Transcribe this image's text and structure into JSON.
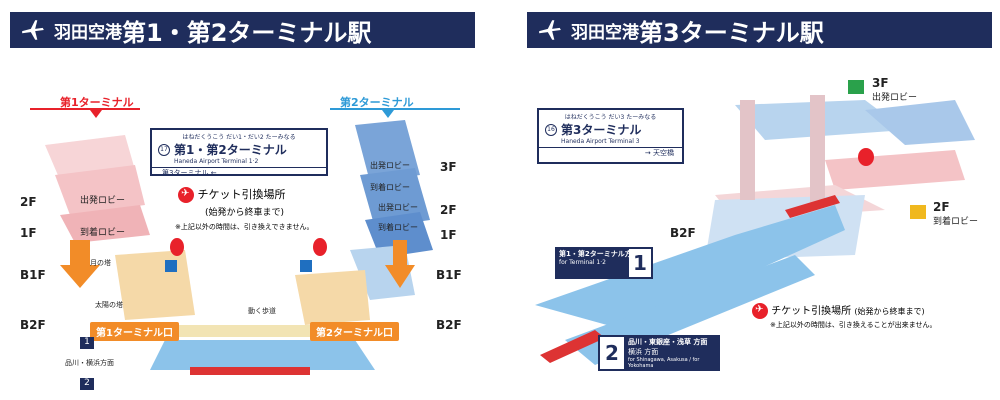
{
  "left_panel": {
    "title_small": "羽田空港",
    "title_big": "第1・第2ターミナル駅",
    "terminal1_label": "第1ターミナル",
    "terminal2_label": "第2ターミナル",
    "floors_left": [
      "2F",
      "1F",
      "B1F",
      "B2F"
    ],
    "floors_right": [
      "3F",
      "2F",
      "1F",
      "B1F",
      "B2F"
    ],
    "t1_departure": "出発ロビー",
    "t1_arrival": "到着ロビー",
    "t2_departure_3f": "出発ロビー",
    "t2_arrival_2f": "到着ロビー",
    "t2_departure_2f": "出発ロビー",
    "t2_arrival_1f": "到着ロビー",
    "sign_station": "第1・第2ターミナル",
    "sign_sub": "Haneda Airport Terminal 1·2",
    "sign_small": "はねだくうこう だい1・だい2 たーみなる",
    "sign_next": "第3ターミナル",
    "ticket_title": "チケット引換場所",
    "ticket_hours": "(始発から終車まで)",
    "ticket_note": "※上記以外の時間は、引き換えできません。",
    "tower_label": "月の塔",
    "sun_tower_label": "太陽の塔",
    "moving_walk": "動く歩道",
    "exit1": "第1ターミナル口",
    "exit2": "第2ターミナル口",
    "platform1_num": "1",
    "platform2_num": "2",
    "direction": "品川・横浜方面"
  },
  "right_panel": {
    "title_small": "羽田空港",
    "title_big": "第3ターミナル駅",
    "floor_3f": "3F",
    "floor_3f_label": "出発ロビー",
    "floor_2f": "2F",
    "floor_2f_label": "到着ロビー",
    "floor_b2f": "B2F",
    "sign_station": "第3ターミナル",
    "sign_sub": "Haneda Airport Terminal 3",
    "sign_small": "はねだくうこう だい3 たーみなる",
    "sign_next": "天空橋",
    "platform1_sign_title": "第1・第2ターミナル方面",
    "platform1_sign_sub": "for Terminal 1·2",
    "platform1_num": "1",
    "platform2_num": "2",
    "platform2_title": "品川・東銀座・浅草 方面",
    "platform2_sub": "横浜 方面",
    "platform2_en": "for Shinagawa, Asakusa / for Yokohama",
    "ticket_title": "チケット引換場所",
    "ticket_hours": "(始発から終車まで)",
    "ticket_note": "※上記以外の時間は、引き換えることが出来ません。"
  },
  "colors": {
    "header_bg": "#1f2d5c",
    "t1_red": "#e8212a",
    "t2_blue": "#2e9ad7",
    "pink_floor": "#f4c3c6",
    "blue_floor": "#6e9bd3",
    "platform": "#8cc3ea",
    "orange": "#f28c28"
  }
}
